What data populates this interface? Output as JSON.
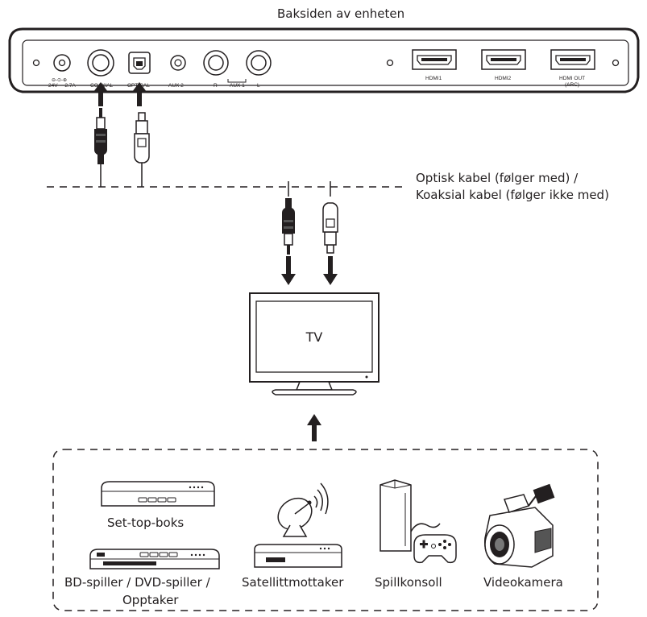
{
  "panel": {
    "title": "Baksiden av enheten",
    "ports": {
      "power_polarity": "⊖-⊙-⊕",
      "power": "24V ⎓ 2.7A",
      "coaxial": "COAXIAL",
      "optical": "OPTICAL",
      "aux2": "AUX 2",
      "aux1_r": "R",
      "aux1": "AUX 1",
      "aux1_l": "L",
      "hdmi1": "HDMI1",
      "hdmi2": "HDMI2",
      "hdmi_out": "HDMI OUT",
      "hdmi_out_sub": "(ARC)"
    }
  },
  "cable_label": {
    "line1": "Optisk kabel (følger med) /",
    "line2": "Koaksial kabel (følger ikke med)"
  },
  "tv": {
    "label": "TV"
  },
  "devices": {
    "settop": "Set-top-boks",
    "bd_line1": "BD-spiller / DVD-spiller /",
    "bd_line2": "Opptaker",
    "satellite": "Satellittmottaker",
    "console": "Spillkonsoll",
    "camera": "Videokamera"
  }
}
